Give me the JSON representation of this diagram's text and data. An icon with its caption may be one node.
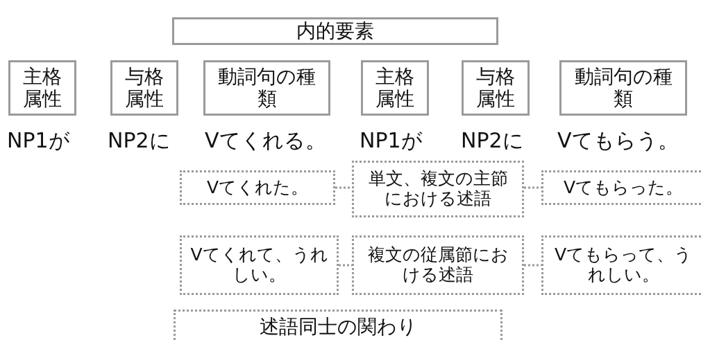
{
  "diagram": {
    "nodes": [
      {
        "text": [
          "内的要素"
        ]
      },
      {
        "text": [
          "主格属性"
        ]
      },
      {
        "text": [
          "与格属性"
        ]
      },
      {
        "text": [
          "動詞句の種類"
        ]
      },
      {
        "text": [
          "主格属性"
        ]
      },
      {
        "text": [
          "与格属性"
        ]
      },
      {
        "text": [
          "動詞句の種類"
        ]
      },
      {
        "text": [
          "Vてくれた。"
        ]
      },
      {
        "text": [
          "単文、複文の主節における述語"
        ]
      },
      {
        "text": [
          "Vてもらった。"
        ]
      },
      {
        "text": [
          "Vてくれて、うれしい。"
        ]
      },
      {
        "text": [
          "複文の従属節における述語"
        ]
      },
      {
        "text": [
          "Vてもらって、うれしい。"
        ]
      },
      {
        "text": [
          "述語同士の関わり"
        ]
      }
    ],
    "edges": [
      {
        "from": 7,
        "to": 8,
        "arrow": "none",
        "style": "dashed"
      },
      {
        "from": 8,
        "to": 9,
        "arrow": "none",
        "style": "dashed"
      },
      {
        "from": 10,
        "to": 11,
        "arrow": "none",
        "style": "dashed"
      },
      {
        "from": 11,
        "to": 12,
        "arrow": "none",
        "style": "dashed"
      }
    ],
    "labels": [
      "NP1が",
      "NP2に",
      "Vてくれる。",
      "NP1が",
      "NP2に",
      "Vてもらう。"
    ]
  }
}
